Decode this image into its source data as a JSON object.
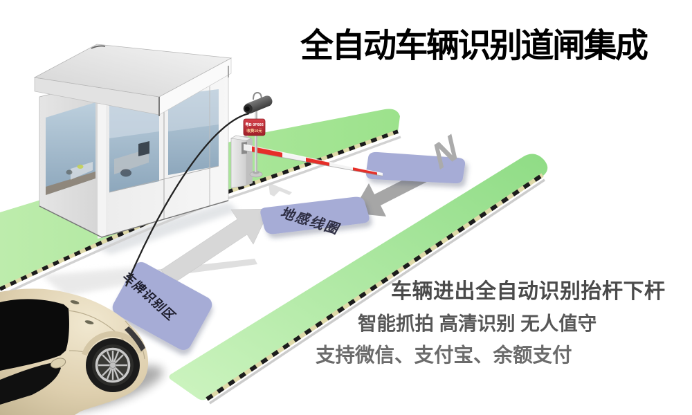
{
  "title": "全自动车辆识别道闸集成",
  "features": {
    "line1": "车辆进出全自动识别抬杆下杆",
    "line2": "智能抓拍 高清识别 无人值守",
    "line3": "支持微信、支付宝、余额支付"
  },
  "diagram": {
    "zone_ground_loop": "地感线圈",
    "zone_plate_recognition": "车牌识别区",
    "compass_north": "N",
    "led_sign_line1": "粤B 0F666",
    "led_sign_line2": "收费10元",
    "colors": {
      "grass": "#a9e89b",
      "zone_blue": "#a6acd6",
      "arrow_light": "#d6d6d6",
      "arrow_dark": "#a6a6a6",
      "barrier_red": "#e62e28",
      "sign_red": "#c4303a",
      "feature_text_gray": "#4a4a4a"
    }
  }
}
